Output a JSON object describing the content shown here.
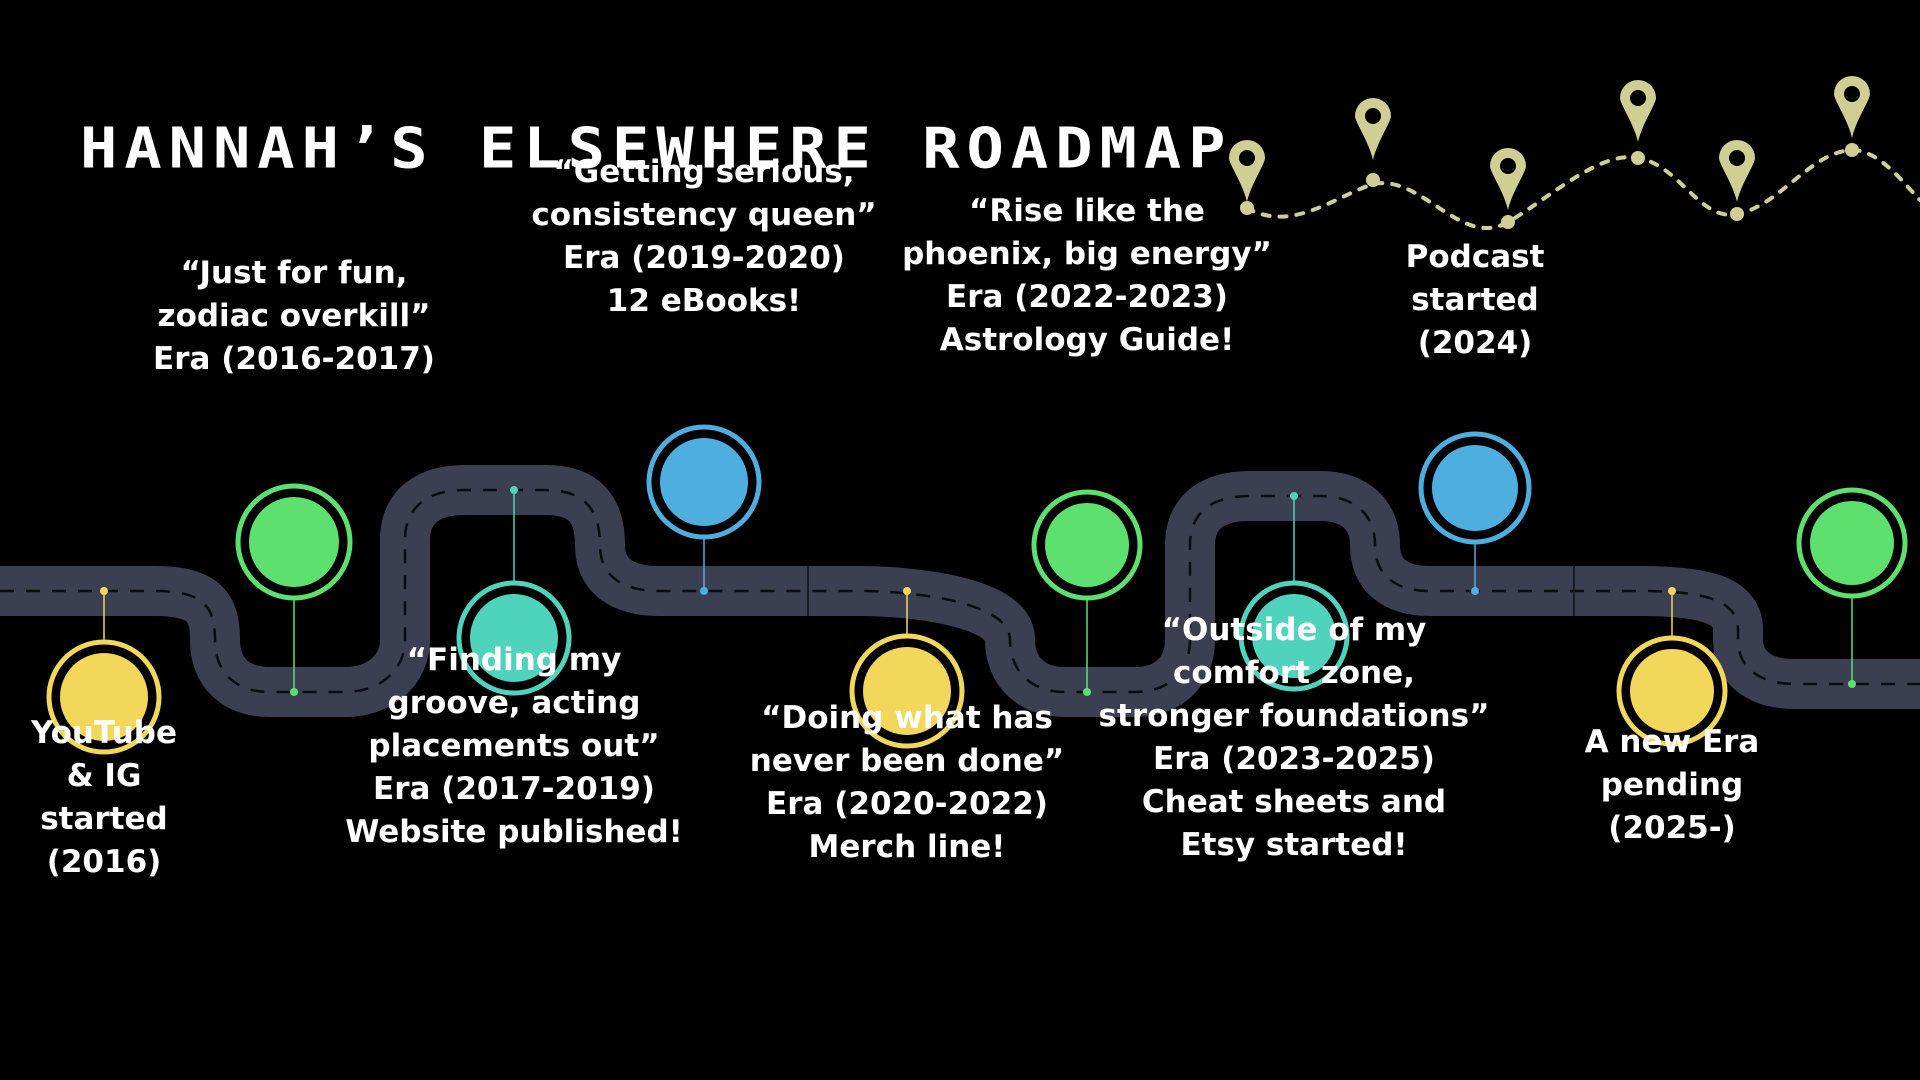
{
  "title": "HANNAH’S ELSEWHERE ROADMAP",
  "colors": {
    "background": "#000000",
    "road": "#3a3f52",
    "road_dash": "#0b0c10",
    "yellow": "#f2d75a",
    "green": "#5ee06e",
    "teal": "#4fd3bd",
    "blue": "#4faee0",
    "pin": "#cfcf93",
    "text": "#ffffff"
  },
  "milestones": [
    {
      "color": "yellow",
      "lines": [
        "YouTube",
        "& IG",
        "started",
        "(2016)"
      ]
    },
    {
      "color": "green",
      "lines": [
        "“Just for fun,",
        "zodiac overkill”",
        "Era (2016-2017)"
      ]
    },
    {
      "color": "teal",
      "lines": [
        "“Finding my",
        "groove, acting",
        "placements out”",
        "Era (2017-2019)",
        "Website published!"
      ]
    },
    {
      "color": "blue",
      "lines": [
        "“Getting serious,",
        "consistency queen”",
        "Era (2019-2020)",
        "12 eBooks!"
      ]
    },
    {
      "color": "yellow",
      "lines": [
        "“Doing what has",
        "never been done”",
        "Era (2020-2022)",
        "Merch line!"
      ]
    },
    {
      "color": "green",
      "lines": [
        "“Rise like the",
        "phoenix, big energy”",
        "Era (2022-2023)",
        "Astrology Guide!"
      ]
    },
    {
      "color": "teal",
      "lines": [
        "“Outside of my",
        "comfort zone,",
        "stronger foundations”",
        "Era (2023-2025)",
        "Cheat sheets and",
        "Etsy started!"
      ]
    },
    {
      "color": "blue",
      "lines": [
        "Podcast",
        "started",
        "(2024)"
      ]
    },
    {
      "color": "yellow",
      "lines": [
        "A new Era",
        "pending",
        "(2025-)"
      ]
    },
    {
      "color": "green",
      "lines": []
    }
  ],
  "decorations": {
    "pin_icon": "map-pin-icon",
    "pin_count": 6
  }
}
